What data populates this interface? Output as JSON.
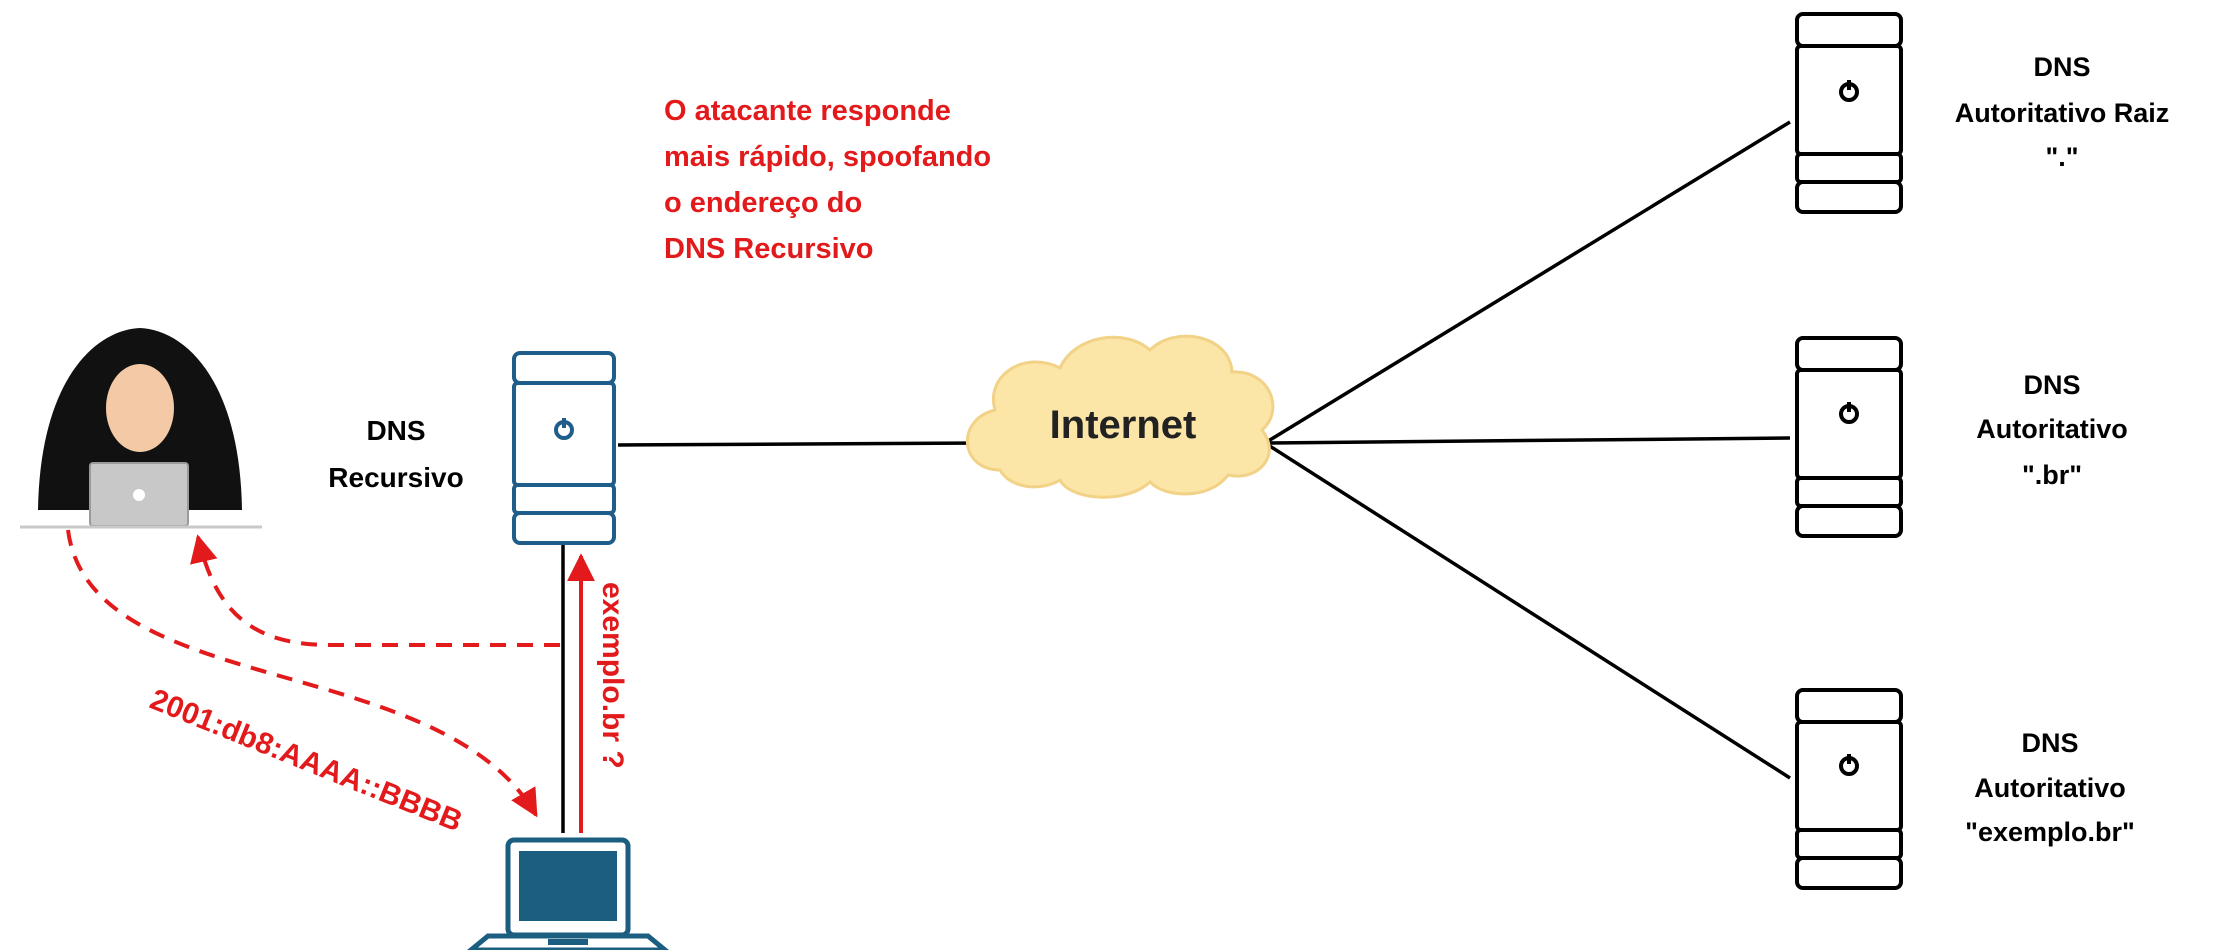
{
  "annotation": {
    "lines": [
      "O atacante responde",
      "mais rápido, spoofando",
      "o endereço do",
      "DNS Recursivo"
    ],
    "color": "#e31a1c"
  },
  "recursive": {
    "lines": [
      "DNS",
      "Recursivo"
    ]
  },
  "internet": {
    "label": "Internet"
  },
  "servers": [
    {
      "lines": [
        "DNS",
        "Autoritativo Raiz",
        "\".\""
      ]
    },
    {
      "lines": [
        "DNS",
        "Autoritativo",
        "\".br\""
      ]
    },
    {
      "lines": [
        "DNS",
        "Autoritativo",
        "\"exemplo.br\""
      ]
    }
  ],
  "query": {
    "label": "exemplo.br ?"
  },
  "spoofed_response": {
    "label": "2001:db8:AAAA::BBBB"
  },
  "colors": {
    "server_stroke": "#000000",
    "recursive_stroke": "#1f5d8a",
    "client_screen": "#1b5e80",
    "cloud_fill": "#fbe6a8",
    "cloud_stroke": "#f1d286",
    "attack": "#e31a1c",
    "hacker": "#111111"
  }
}
